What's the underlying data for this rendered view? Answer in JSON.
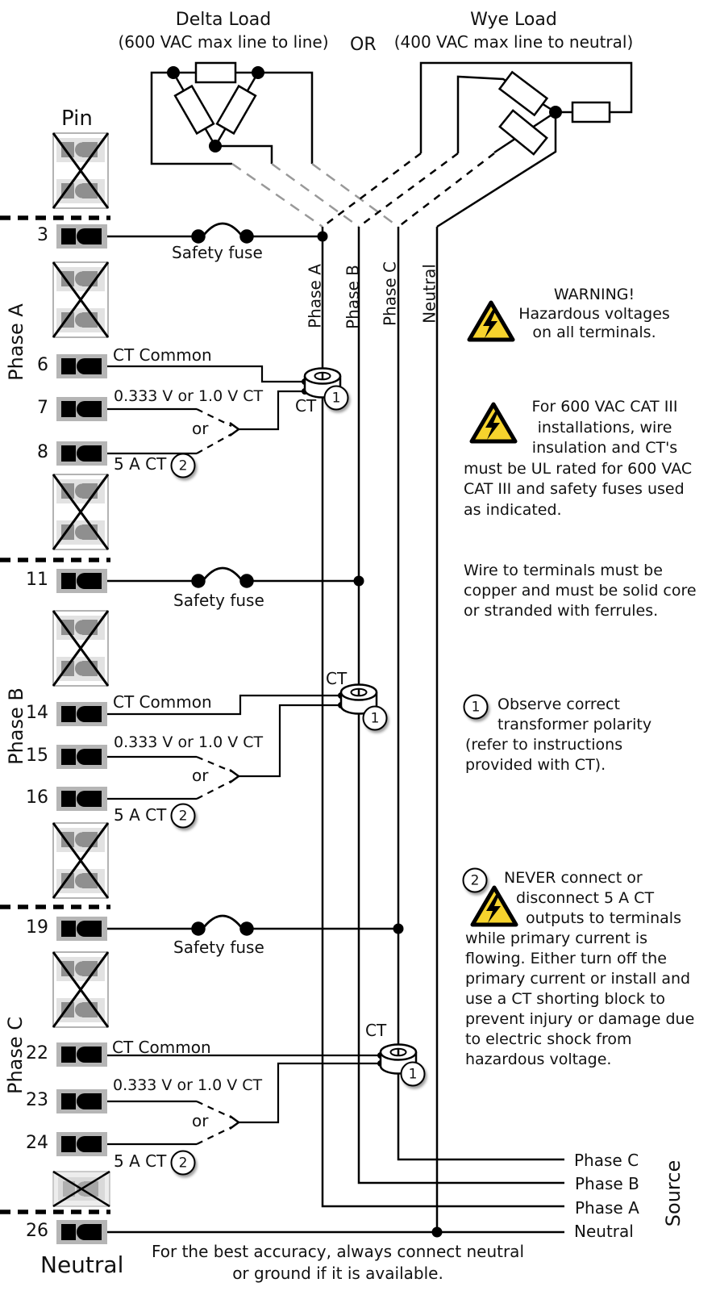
{
  "header": {
    "delta_title": "Delta Load",
    "delta_subtitle": "(600 VAC max line to line)",
    "or_label": "OR",
    "wye_title": "Wye Load",
    "wye_subtitle": "(400 VAC max line to neutral)"
  },
  "pin_column": {
    "header": "Pin",
    "neutral_terminal_label": "Neutral"
  },
  "common_labels": {
    "safety_fuse": "Safety fuse",
    "ct_common": "CT Common",
    "voltage_ct": "0.333 V or 1.0 V CT",
    "or": "or",
    "five_a_ct": "5 A CT",
    "ct": "CT"
  },
  "phase_groups": [
    {
      "label": "Phase A",
      "fuse_pin": "3",
      "ct_common_pin": "6",
      "voltage_ct_pin": "7",
      "five_a_ct_pin": "8"
    },
    {
      "label": "Phase B",
      "fuse_pin": "11",
      "ct_common_pin": "14",
      "voltage_ct_pin": "15",
      "five_a_ct_pin": "16"
    },
    {
      "label": "Phase C",
      "fuse_pin": "19",
      "ct_common_pin": "22",
      "voltage_ct_pin": "23",
      "five_a_ct_pin": "24"
    }
  ],
  "neutral_pin": "26",
  "wire_labels": {
    "phase_a": "Phase A",
    "phase_b": "Phase B",
    "phase_c": "Phase C",
    "neutral": "Neutral"
  },
  "source": {
    "label": "Source",
    "phase_c": "Phase C",
    "phase_b": "Phase B",
    "phase_a": "Phase A",
    "neutral": "Neutral"
  },
  "notes": {
    "warning": {
      "lines": [
        "WARNING!",
        "Hazardous voltages",
        "on all terminals."
      ]
    },
    "cat3": {
      "lines": [
        "For 600 VAC CAT III",
        "installations, wire",
        "insulation and CT's",
        "must be UL rated for 600 VAC",
        "CAT III and safety fuses used",
        "as indicated."
      ]
    },
    "copper": {
      "lines": [
        "Wire to terminals must be",
        "copper and must be solid core",
        "or stranded with ferrules."
      ]
    },
    "polarity": {
      "num": "1",
      "lines": [
        "Observe correct",
        "transformer polarity",
        "(refer to instructions",
        "provided with CT)."
      ]
    },
    "never": {
      "num": "2",
      "lines": [
        "NEVER connect or",
        "disconnect 5 A CT",
        "outputs to terminals",
        "while primary current is",
        "flowing. Either turn off the",
        "primary current or install and",
        "use a CT shorting block to",
        "prevent injury or damage due",
        "to electric shock from",
        "hazardous voltage."
      ]
    }
  },
  "footer": {
    "lines": [
      "For the best accuracy, always connect neutral",
      "or ground if it is available."
    ]
  },
  "colors": {
    "delta_feed": "#999999",
    "wye_feed": "#000000",
    "warning_yellow": "#f6d32d"
  }
}
